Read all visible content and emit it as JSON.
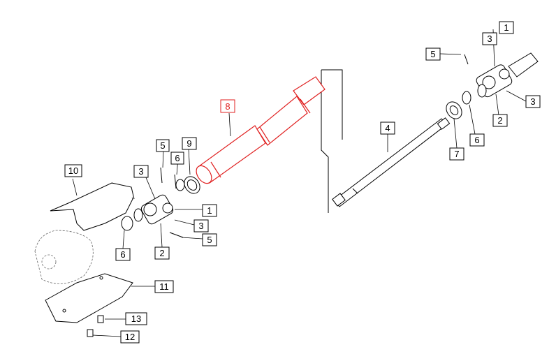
{
  "diagram": {
    "highlight_color": "#e02020",
    "line_color": "#000000",
    "callouts": [
      {
        "id": "c1a",
        "text": "1"
      },
      {
        "id": "c1b",
        "text": "1"
      },
      {
        "id": "c2a",
        "text": "2"
      },
      {
        "id": "c2b",
        "text": "2"
      },
      {
        "id": "c3a",
        "text": "3"
      },
      {
        "id": "c3b",
        "text": "3"
      },
      {
        "id": "c3c",
        "text": "3"
      },
      {
        "id": "c3d",
        "text": "3"
      },
      {
        "id": "c4",
        "text": "4"
      },
      {
        "id": "c5a",
        "text": "5"
      },
      {
        "id": "c5b",
        "text": "5"
      },
      {
        "id": "c5c",
        "text": "5"
      },
      {
        "id": "c6a",
        "text": "6"
      },
      {
        "id": "c6b",
        "text": "6"
      },
      {
        "id": "c6c",
        "text": "6"
      },
      {
        "id": "c7",
        "text": "7"
      },
      {
        "id": "c8",
        "text": "8",
        "highlight": true
      },
      {
        "id": "c9",
        "text": "9"
      },
      {
        "id": "c10",
        "text": "10"
      },
      {
        "id": "c11",
        "text": "11"
      },
      {
        "id": "c12",
        "text": "12"
      },
      {
        "id": "c13",
        "text": "13"
      }
    ]
  }
}
